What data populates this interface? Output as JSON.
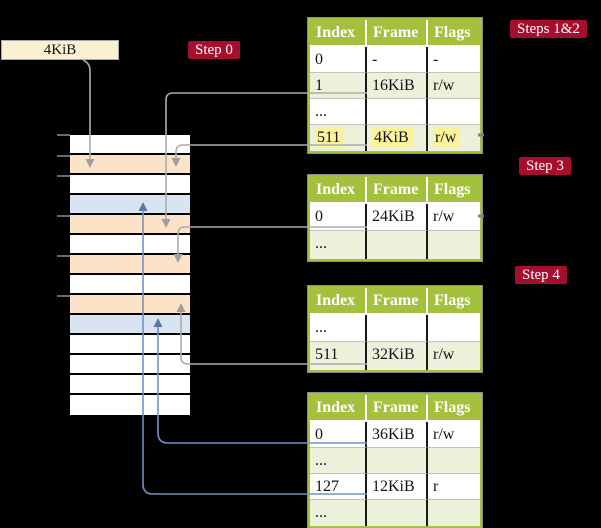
{
  "diagram": {
    "page_size_box": {
      "label": "4KiB"
    },
    "labels": {
      "step0": "Step 0",
      "steps12": "Steps 1&2",
      "step3": "Step 3",
      "step4": "Step 4"
    },
    "memory": {
      "description": "physical memory column of page-size frames",
      "rows": [
        "white",
        "peach",
        "white",
        "blue",
        "peach",
        "white",
        "peach",
        "white",
        "peach",
        "blue",
        "white",
        "white",
        "white",
        "white"
      ]
    },
    "tables": [
      {
        "step": "Steps 1&2",
        "headers": [
          "Index",
          "Frame",
          "Flags"
        ],
        "rows": [
          {
            "cells": [
              "0",
              "-",
              "-"
            ]
          },
          {
            "cells": [
              "1",
              "16KiB",
              "r/w"
            ]
          },
          {
            "cells": [
              "...",
              "",
              ""
            ]
          },
          {
            "cells": [
              "511",
              "4KiB",
              "r/w"
            ]
          }
        ]
      },
      {
        "step": "Step 3",
        "headers": [
          "Index",
          "Frame",
          "Flags"
        ],
        "rows": [
          {
            "cells": [
              "0",
              "24KiB",
              "r/w"
            ]
          },
          {
            "cells": [
              "...",
              "",
              ""
            ]
          }
        ]
      },
      {
        "step": "Step 4",
        "headers": [
          "Index",
          "Frame",
          "Flags"
        ],
        "rows": [
          {
            "cells": [
              "...",
              "",
              ""
            ]
          },
          {
            "cells": [
              "511",
              "32KiB",
              "r/w"
            ]
          }
        ]
      },
      {
        "step": "Step 4",
        "headers": [
          "Index",
          "Frame",
          "Flags"
        ],
        "rows": [
          {
            "cells": [
              "0",
              "36KiB",
              "r/w"
            ]
          },
          {
            "cells": [
              "...",
              "",
              ""
            ]
          },
          {
            "cells": [
              "127",
              "12KiB",
              "r"
            ]
          },
          {
            "cells": [
              "...",
              "",
              ""
            ]
          }
        ]
      }
    ],
    "connectors": [
      {
        "from": "page-size-box",
        "to": "memory-frame-2",
        "color": "gray"
      },
      {
        "from": "table1-row-1",
        "to": "memory-frame-5",
        "color": "gray"
      },
      {
        "from": "table1-row-511",
        "to": "memory-frame-2",
        "color": "gray"
      },
      {
        "from": "table2-row-0",
        "to": "memory-frame-7",
        "color": "gray"
      },
      {
        "from": "table3-row-511",
        "to": "memory-frame-9",
        "color": "gray"
      },
      {
        "from": "table4-row-0",
        "to": "memory-frame-10",
        "color": "blue"
      },
      {
        "from": "table4-row-127",
        "to": "memory-frame-4",
        "color": "blue"
      }
    ],
    "colors": {
      "background": "#000000",
      "table_header_green": "#A3C13C",
      "table_row_green": "#EBF1DB",
      "highlight_yellow": "#FBF39C",
      "frame_peach": "#FCE3C8",
      "frame_blue": "#D9E4F3",
      "page_size_cream": "#FBF0D2",
      "step_label_red": "#A60E2E",
      "connector_gray": "#ACACAC",
      "connector_blue": "#7491C2"
    }
  }
}
